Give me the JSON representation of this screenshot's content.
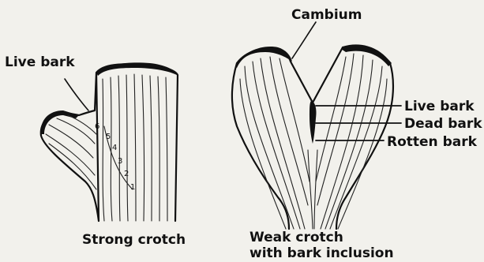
{
  "strong_crotch": {
    "title": "Strong crotch",
    "live_bark_label": "Live bark",
    "ring_numbers": [
      "6",
      "5",
      "4",
      "3",
      "2",
      "1"
    ]
  },
  "weak_crotch": {
    "title_line1": "Weak crotch",
    "title_line2": "with bark inclusion",
    "cambium_label": "Cambium",
    "live_bark_label": "Live bark",
    "dead_bark_label": "Dead bark",
    "rotten_bark_label": "Rotten bark"
  }
}
